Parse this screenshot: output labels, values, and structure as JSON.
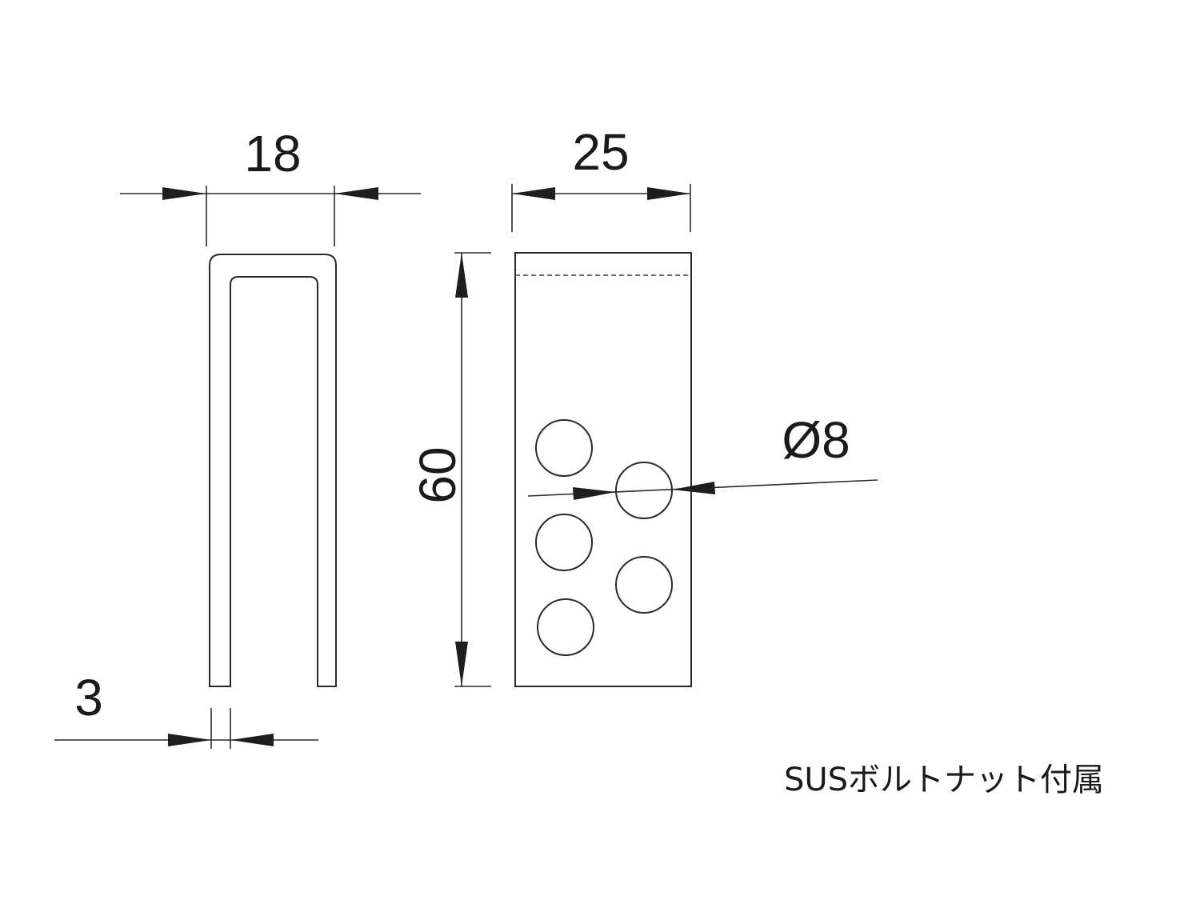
{
  "dimensions": {
    "width_top": "18",
    "width_front": "25",
    "height": "60",
    "hole_diameter": "Ø8",
    "thickness": "3"
  },
  "note": "SUSボルトナット付属"
}
